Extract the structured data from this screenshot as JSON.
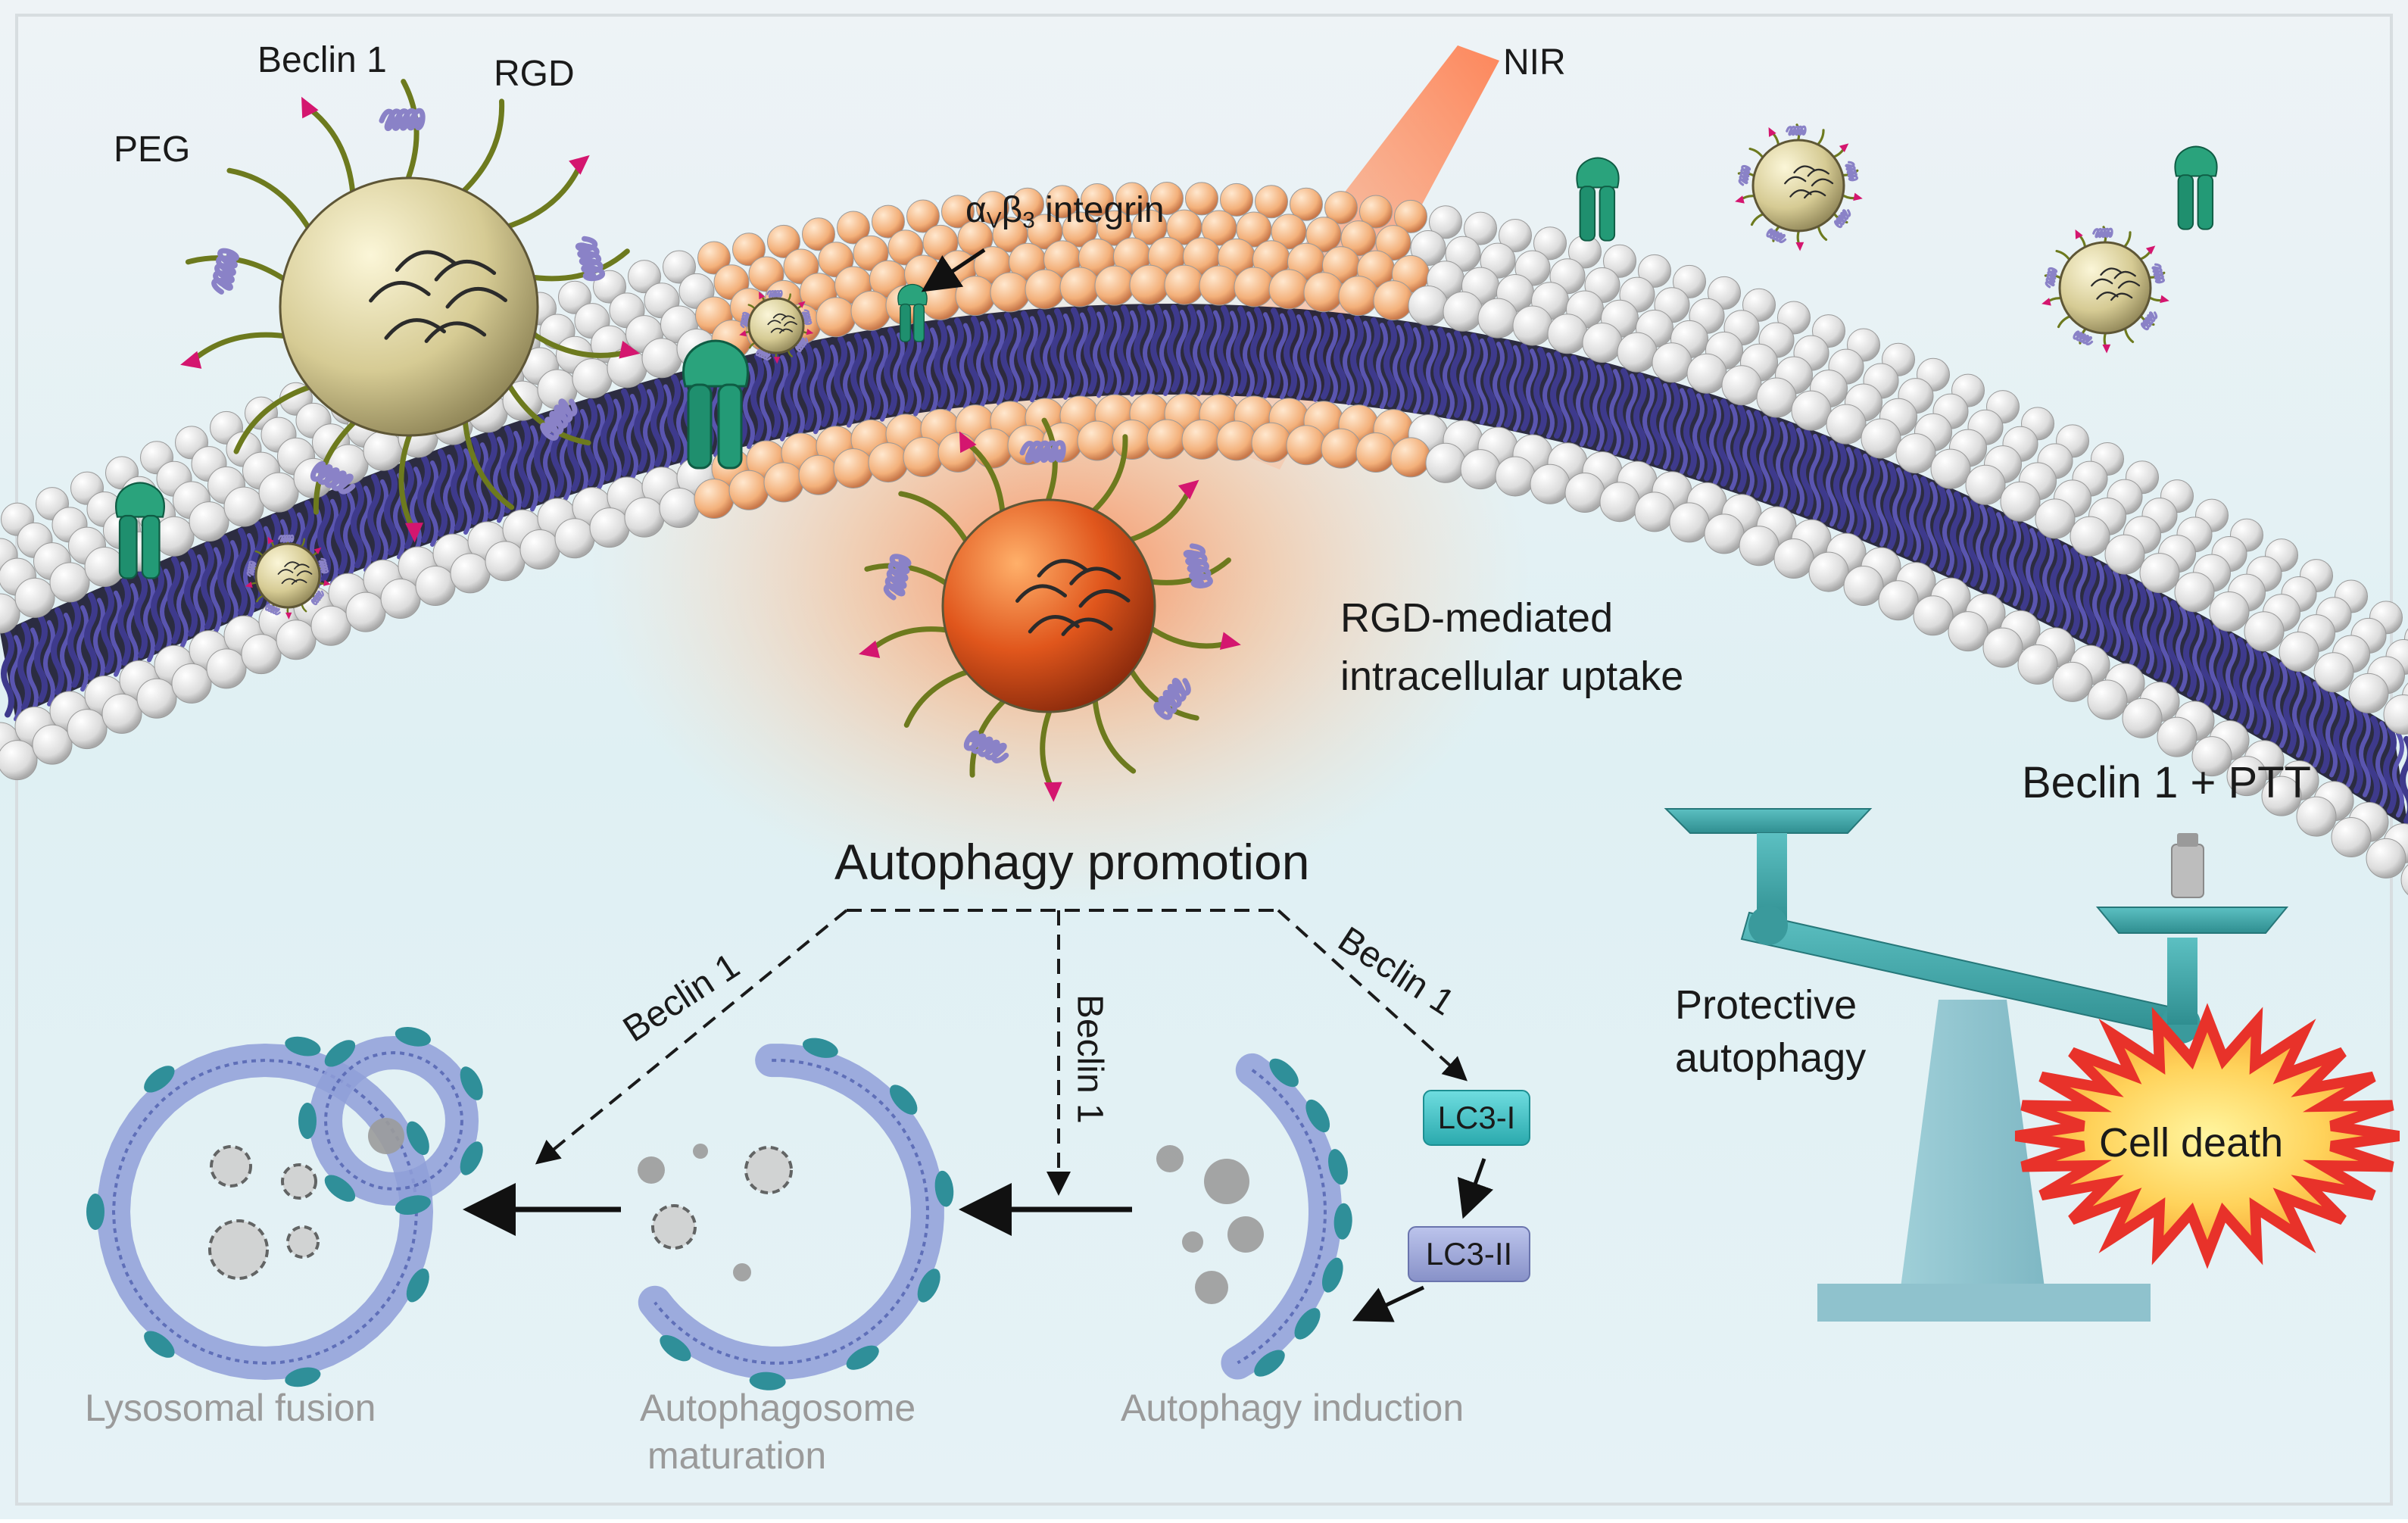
{
  "nanoparticle_labels": {
    "peg": "PEG",
    "beclin1": "Beclin 1",
    "rgd": "RGD"
  },
  "nir": "NIR",
  "integrin": {
    "alpha": "α",
    "alpha_sub": "V",
    "beta": "β",
    "beta_sub": "3",
    "rest": " integrin"
  },
  "uptake": {
    "line1": "RGD-mediated",
    "line2": "intracellular uptake"
  },
  "autophagy_promotion": "Autophagy promotion",
  "beclin_arrows": {
    "left": "Beclin 1",
    "middle": "Beclin 1",
    "right": "Beclin 1"
  },
  "lc3": {
    "one": "LC3-I",
    "two": "LC3-II"
  },
  "stages": {
    "lysosomal_fusion": "Lysosomal fusion",
    "maturation_line1": "Autophagosome",
    "maturation_line2": "maturation",
    "induction": "Autophagy induction"
  },
  "balance": {
    "title": "Beclin 1 + PTT",
    "protective_line1": "Protective",
    "protective_line2": "autophagy",
    "cell_death": "Cell death"
  },
  "colors": {
    "membrane_head": "#e9e9e9",
    "lipid_tail": "#3e3a8c",
    "heated_zone": "#f3a060",
    "nanoparticle": "#d9cf9c",
    "heated_nanoparticle": "#d8521e",
    "integrin": "#1f8f6e",
    "balance": "#3fa3a5",
    "lc3_i": "#3fc2c6",
    "lc3_ii": "#9aa6d8",
    "cell_death_burst": "#e8322a"
  }
}
